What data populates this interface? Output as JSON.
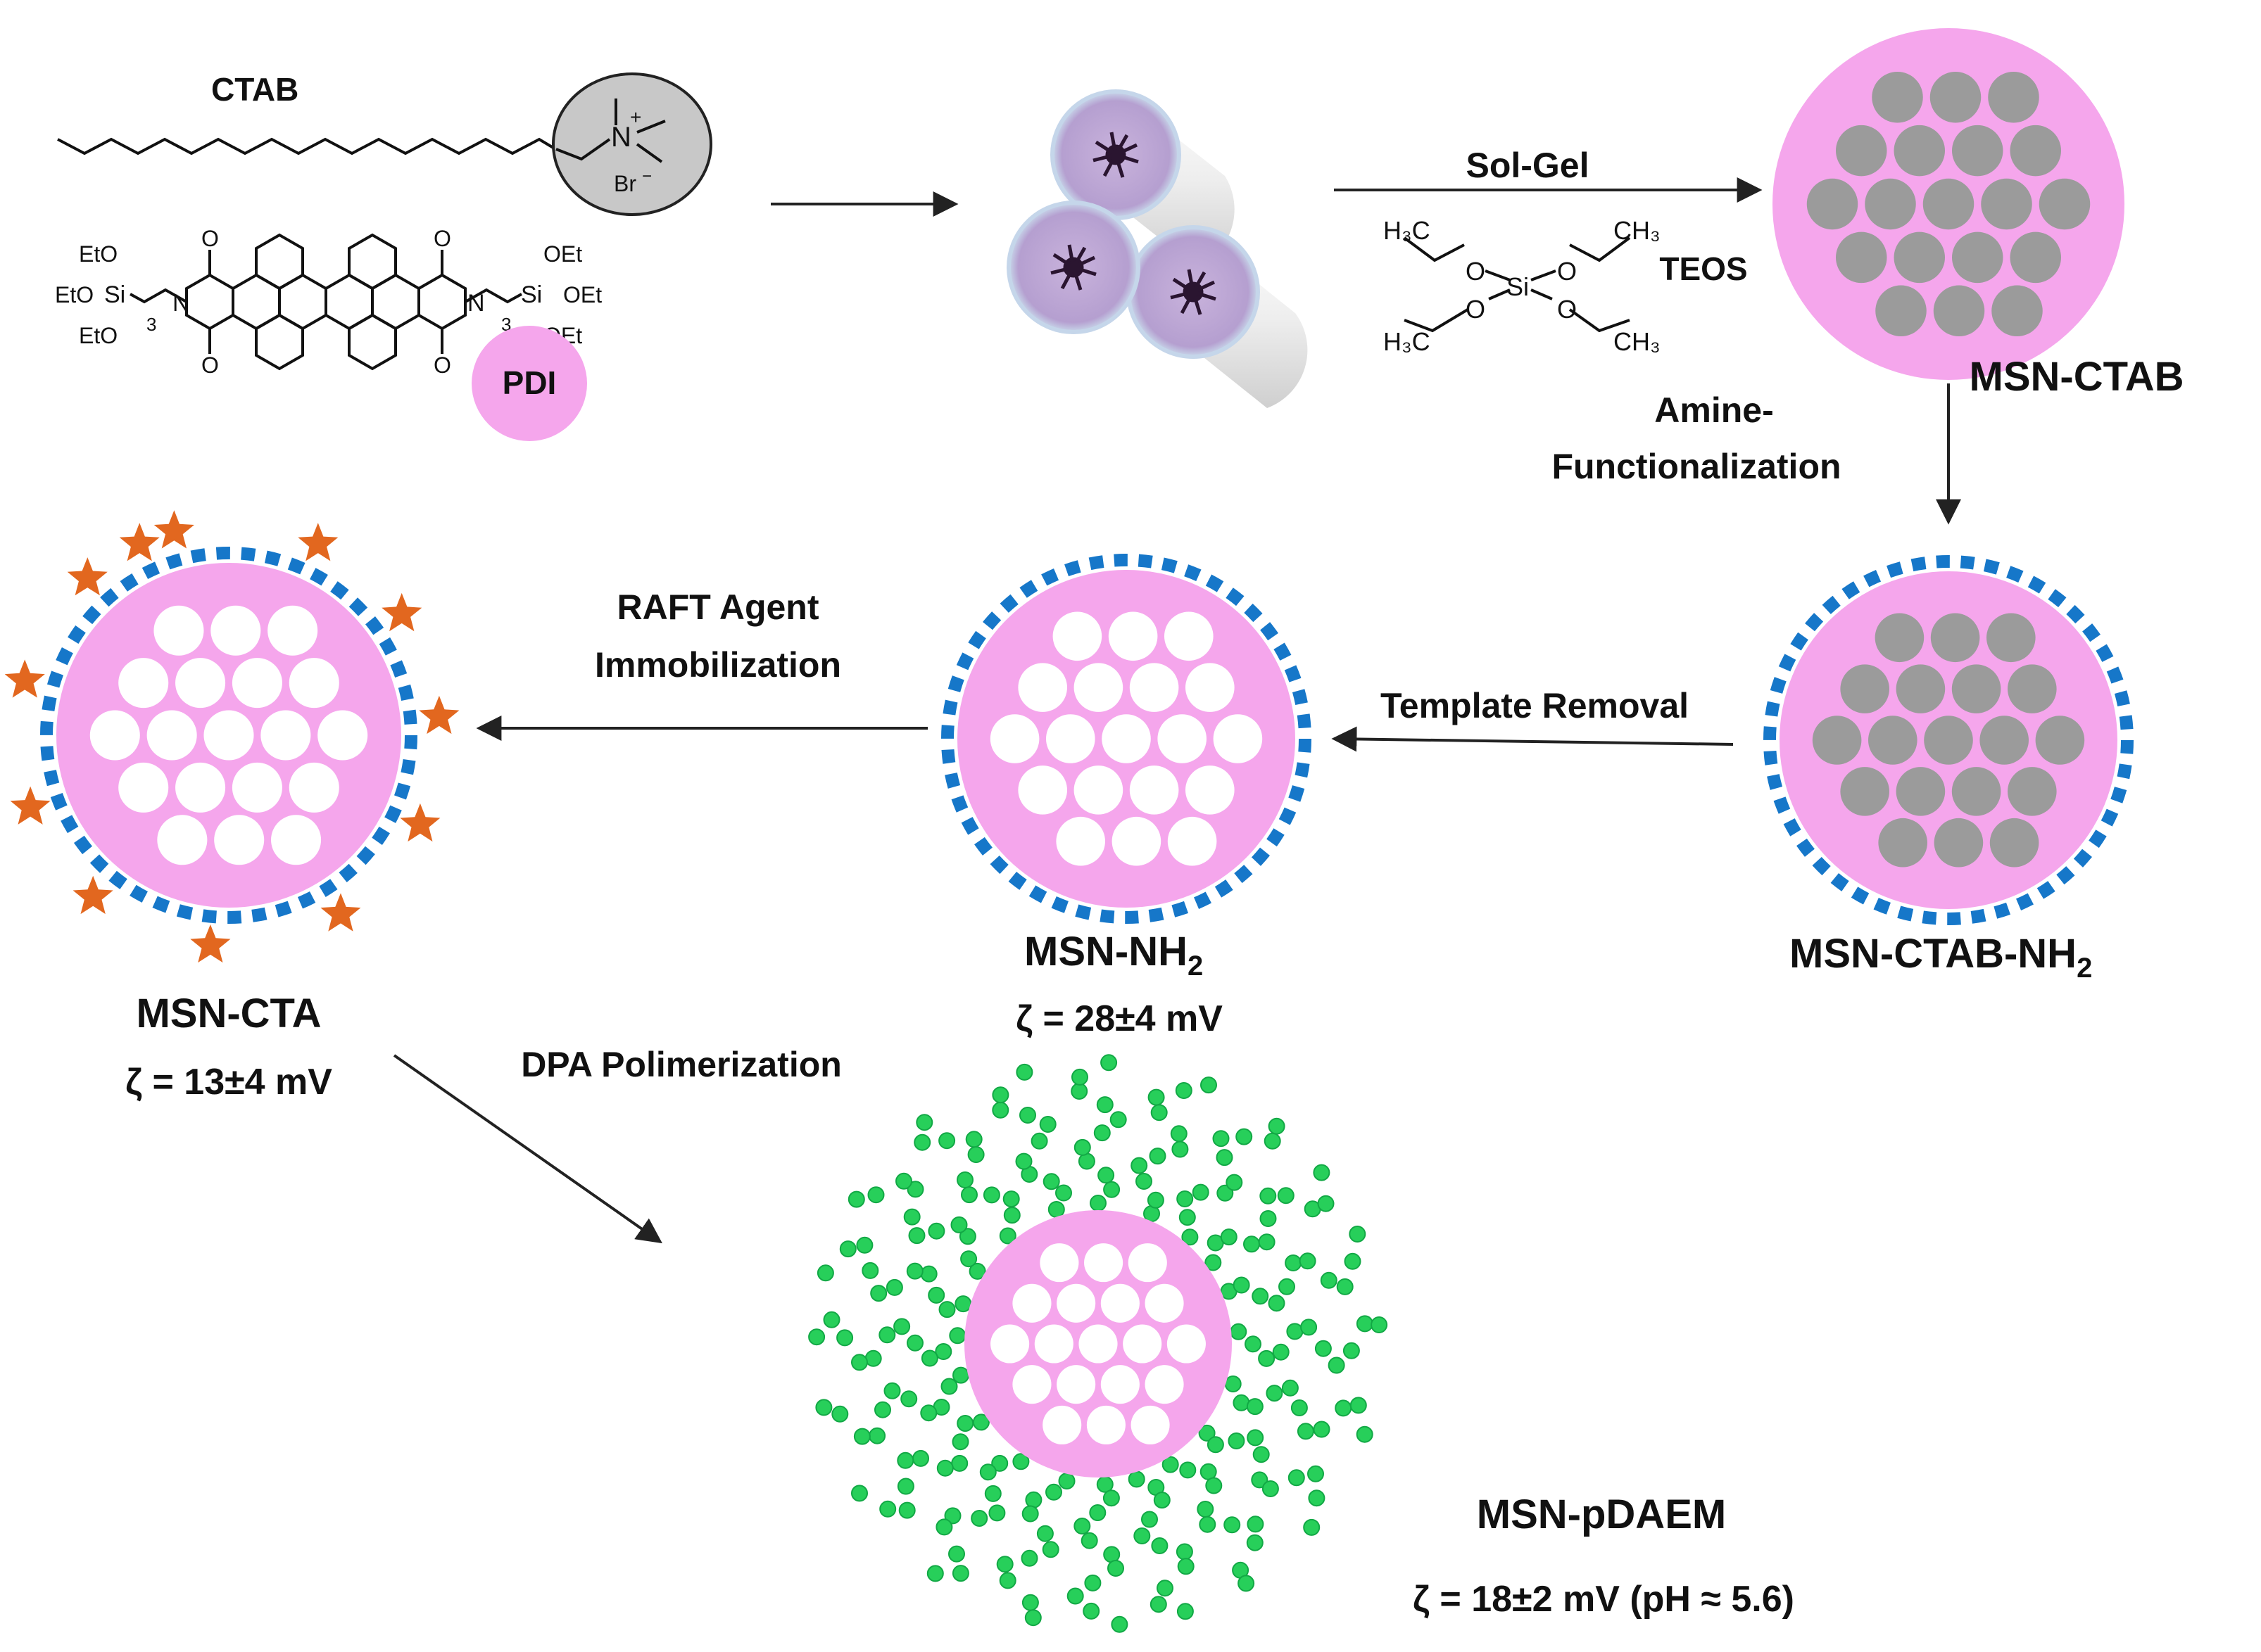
{
  "colors": {
    "pink": "#f5a6ec",
    "pink_edge": "#e78fdc",
    "pore_filled": "#9b9b9b",
    "pore_empty": "#ffffff",
    "amine_dash": "#1677c9",
    "cta_star": "#e2671f",
    "polymer_bead": "#27cf5a",
    "polymer_bead_dark": "#12a845",
    "micelle": "#b7a0cf",
    "text": "#111111"
  },
  "reagents": {
    "ctab_label": "CTAB",
    "ctab_ammonium": "N",
    "ctab_plus": "+",
    "ctab_bromide": "Br",
    "ctab_minus": "−",
    "pdi_label": "PDI",
    "pdi_eto_1": "EtO",
    "pdi_eto_2": "EtO",
    "pdi_eto_3": "EtO",
    "pdi_si_left": "Si",
    "pdi_si_right": "Si",
    "pdi_n_left": "N",
    "pdi_n_right": "N",
    "pdi_o_1": "O",
    "pdi_o_2": "O",
    "pdi_o_3": "O",
    "pdi_o_4": "O",
    "pdi_oet_1": "OEt",
    "pdi_oet_2": "OEt",
    "pdi_oet_3": "OEt",
    "pdi_sub_left": "3",
    "pdi_sub_right": "3"
  },
  "steps": {
    "sol_gel": "Sol-Gel",
    "teos": "TEOS",
    "amine_1": "Amine-",
    "amine_2": "Functionalization",
    "template_removal": "Template Removal",
    "raft_1": "RAFT Agent",
    "raft_2": "Immobilization",
    "dpa": "DPA Polimerization"
  },
  "teos_structure": {
    "si": "Si",
    "o": "O",
    "h3c": "H₃C",
    "ch3": "CH₃"
  },
  "particles": {
    "msn_ctab": {
      "name": "MSN-CTAB"
    },
    "msn_ctab_nh2": {
      "name": "MSN-CTAB-NH",
      "sub": "2"
    },
    "msn_nh2": {
      "name": "MSN-NH",
      "sub": "2",
      "zeta": "ζ = 28±4 mV"
    },
    "msn_cta": {
      "name": "MSN-CTA",
      "zeta": "ζ = 13±4 mV"
    },
    "msn_pdaem": {
      "name": "MSN-pDAEM",
      "zeta": "ζ = 18±2 mV (pH ≈ 5.6)"
    }
  }
}
